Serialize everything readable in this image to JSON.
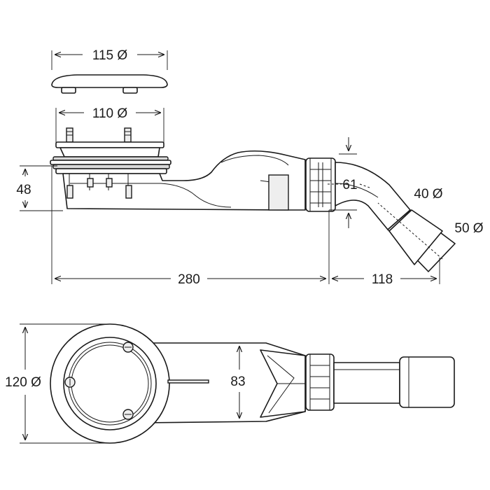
{
  "dimensions": {
    "cover_diameter": "115 Ø",
    "flange_diameter": "110 Ø",
    "height": "48",
    "outlet_height": "61",
    "pipe_diameter_40": "40 Ø",
    "pipe_diameter_50": "50 Ø",
    "length_body": "280",
    "length_outlet": "118",
    "top_diameter": "120 Ø",
    "body_width": "83"
  }
}
